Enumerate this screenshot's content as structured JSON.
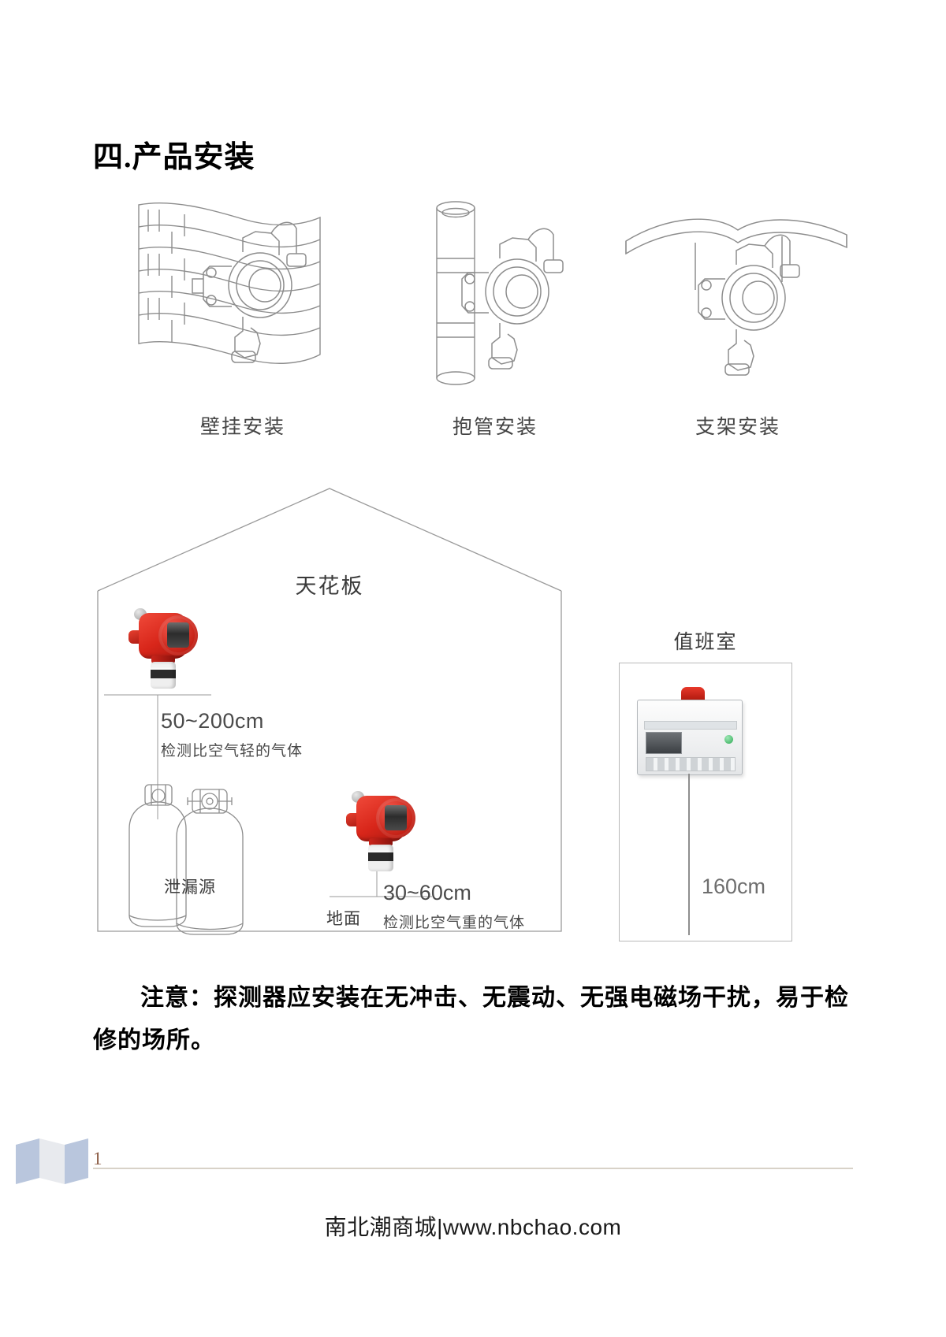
{
  "document": {
    "heading": "四.产品安装"
  },
  "installation_methods": [
    {
      "caption": "壁挂安装",
      "icon": "wall-mount-illustration"
    },
    {
      "caption": "抱管安装",
      "icon": "pipe-mount-illustration"
    },
    {
      "caption": "支架安装",
      "icon": "bracket-mount-illustration"
    }
  ],
  "room_diagram": {
    "ceiling_label": "天花板",
    "upper_dimension": "50~200cm",
    "upper_dimension_note": "检测比空气轻的气体",
    "leak_source_label": "泄漏源",
    "ground_label": "地面",
    "lower_dimension": "30~60cm",
    "lower_dimension_note": "检测比空气重的气体"
  },
  "duty_room": {
    "title": "值班室",
    "mounting_height": "160cm"
  },
  "note": {
    "text": "注意：探测器应安装在无冲击、无震动、无强电磁场干扰，易于检修的场所。"
  },
  "footer": {
    "page_number": "1",
    "site": "南北潮商城|www.nbchao.com"
  },
  "colors": {
    "detector_red": "#d8261a",
    "beacon_red": "#e8382a",
    "line_gray": "#9a9a9a",
    "page_number": "#8a5a42",
    "rule": "#d8d2c8"
  }
}
